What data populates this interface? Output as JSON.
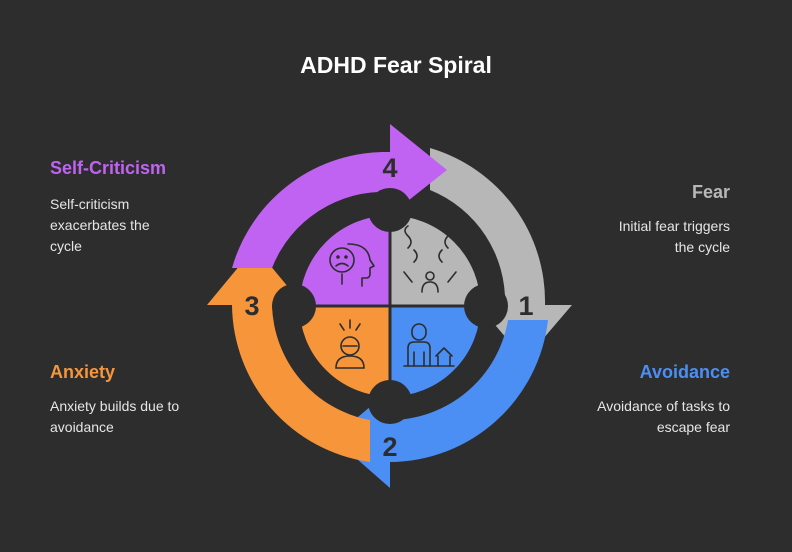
{
  "title": "ADHD Fear Spiral",
  "colors": {
    "background": "#2d2d2d",
    "fear": "#b7b7b7",
    "avoidance": "#4b8ff5",
    "anxiety": "#f7953b",
    "self_criticism": "#c063f2"
  },
  "steps": [
    {
      "number": "1",
      "label": "Fear",
      "description": "Initial fear triggers the cycle",
      "icon": "crowd-fear-icon"
    },
    {
      "number": "2",
      "label": "Avoidance",
      "description": "Avoidance of tasks to escape fear",
      "icon": "person-leaving-house-icon"
    },
    {
      "number": "3",
      "label": "Anxiety",
      "description": "Anxiety builds due to avoidance",
      "icon": "stressed-person-icon"
    },
    {
      "number": "4",
      "label": "Self-Criticism",
      "description": "Self-criticism exacerbates the cycle",
      "icon": "sad-head-icon"
    }
  ]
}
